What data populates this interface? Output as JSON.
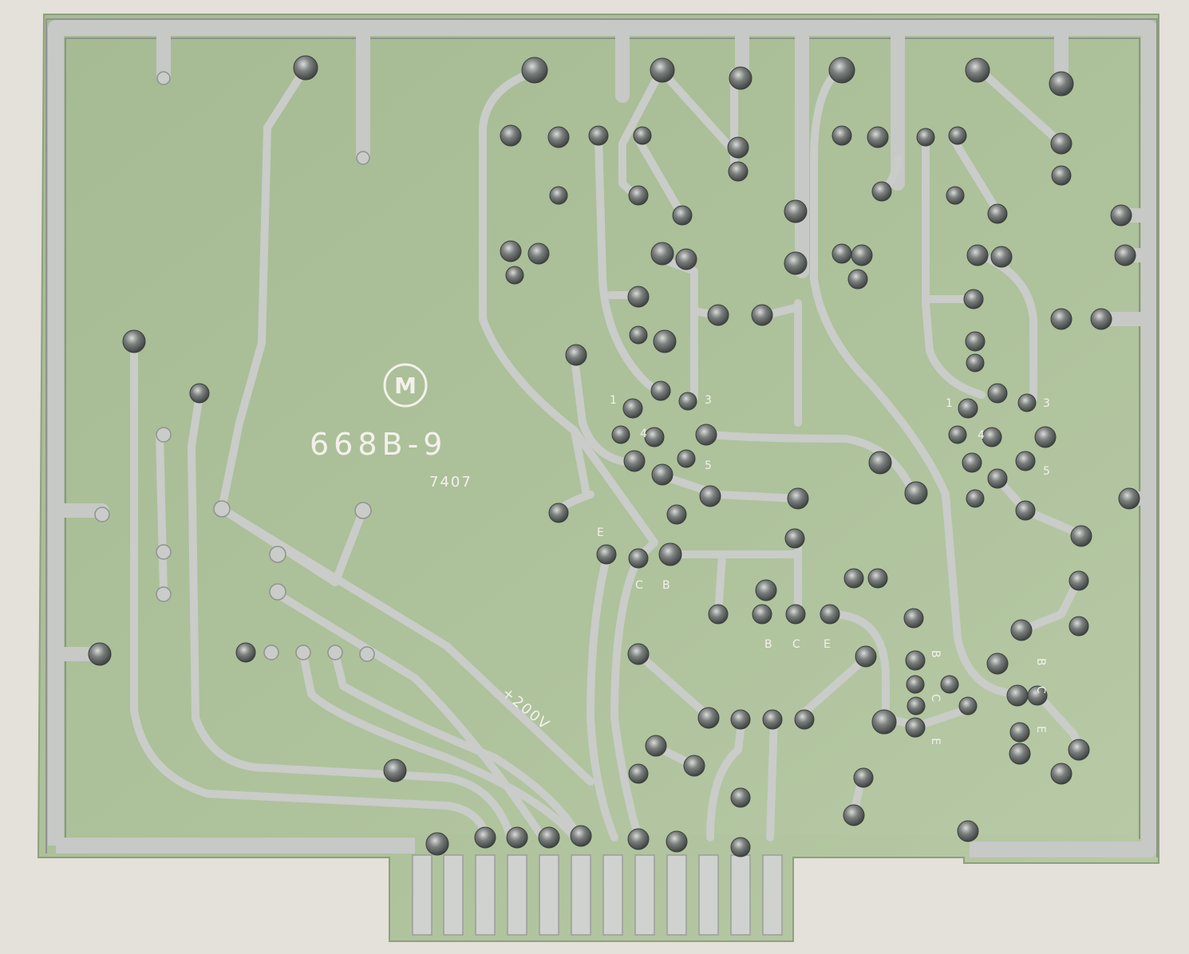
{
  "photo": {
    "subject": "",
    "colors": {
      "background": "#e6e2dc",
      "board": "#a9bd97",
      "board_light": "#b8cba6",
      "metal": "#c9ccc8",
      "metal_dark": "#8c908c",
      "solder": "#5a5e5c",
      "silkscreen": "#f3f1ea"
    }
  },
  "silkscreen": {
    "logo_letter": "M",
    "part_number": "668B-9",
    "date_code": "7407",
    "voltage": "+200V",
    "q1_pins": [
      "1",
      "3",
      "4",
      "5"
    ],
    "q2_pins": [
      "1",
      "3",
      "4",
      "5"
    ],
    "q3_pins": [
      "E",
      "C",
      "B"
    ],
    "q4_pins": [
      "B",
      "C",
      "E"
    ],
    "q5_pins": [
      "B",
      "C",
      "E"
    ],
    "q6_pins": [
      "C",
      "B",
      "E"
    ]
  }
}
